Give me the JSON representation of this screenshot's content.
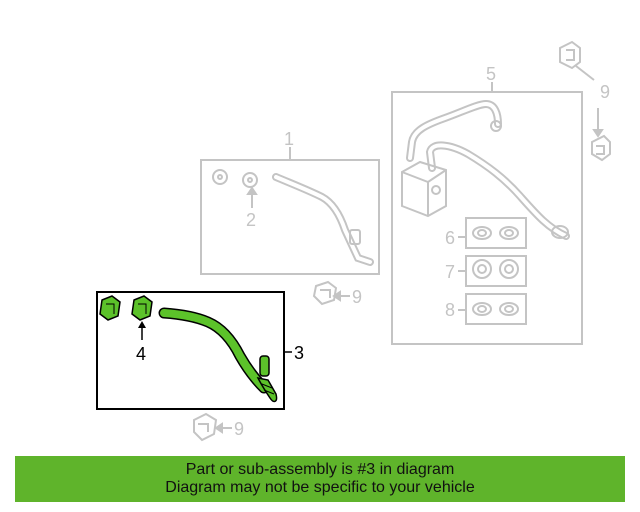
{
  "diagram": {
    "callouts": {
      "c1": "1",
      "c2": "2",
      "c3": "3",
      "c4": "4",
      "c5": "5",
      "c6": "6",
      "c7": "7",
      "c8": "8",
      "c9_top": "9",
      "c9_mid": "9",
      "c9_bottom": "9"
    },
    "highlighted_part": "3",
    "colors": {
      "highlight": "#5cc22a",
      "faded": "#c8c8c8",
      "outline_dark": "#000000"
    }
  },
  "banner": {
    "line1": "Part or sub-assembly is #3 in diagram",
    "line2": "Diagram may not be specific to your vehicle",
    "color": "#5fb42b"
  }
}
